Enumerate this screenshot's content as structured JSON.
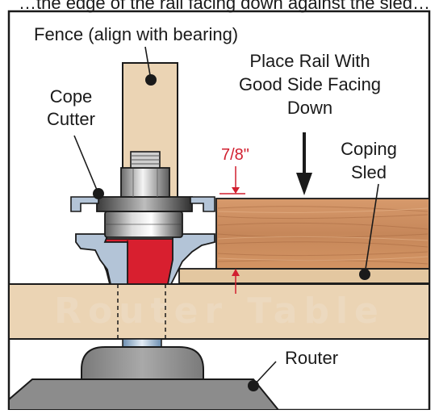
{
  "header_text": "…the edge of the rail facing down against the sled…",
  "labels": {
    "fence": "Fence (align with bearing)",
    "place_rail_1": "Place Rail With",
    "place_rail_2": "Good Side Facing",
    "place_rail_3": "Down",
    "cope_1": "Cope",
    "cope_2": "Cutter",
    "coping_1": "Coping",
    "coping_2": "Sled",
    "measurement": "7/8\"",
    "table_watermark": "Router Table",
    "router": "Router"
  },
  "colors": {
    "wood_light": "#ebd4b4",
    "wood_rail": "#c98e62",
    "cutter_red": "#d81f2f",
    "steel_blue": "#b3c4d7",
    "router_gray": "#8f8f8f",
    "dimension_red": "#d11f2f",
    "outline": "#1a1a1a"
  }
}
